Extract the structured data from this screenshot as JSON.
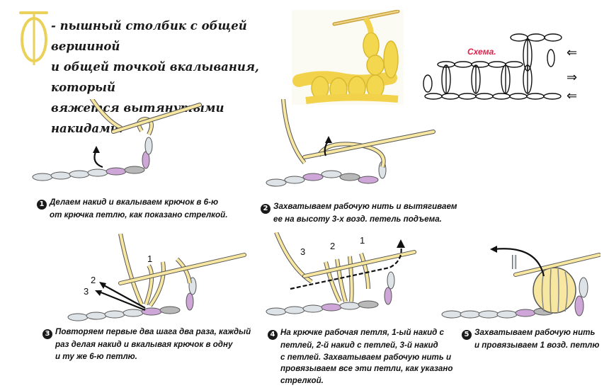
{
  "header": {
    "lines": [
      "- пышный столбик с общей вершиной",
      "и общей точкой вкалывания, который",
      "вяжется вытянутыми накидами."
    ]
  },
  "scheme": {
    "label": "Схема.",
    "arrows": [
      "⇐",
      "⇒",
      "⇐"
    ]
  },
  "colors": {
    "yarn": "#f7e7a0",
    "yarn_outline": "#555555",
    "chain_light": "#dde3e6",
    "chain_dark": "#b8b8b8",
    "purple": "#cfa6d8",
    "scheme_red": "#e0204a",
    "logo_yellow": "#ead25a"
  },
  "steps": [
    {
      "number": "1",
      "lines": [
        "Делаем накид и вкалываем крючок в 6-ю",
        "от крючка петлю, как показано стрелкой."
      ]
    },
    {
      "number": "2",
      "lines": [
        "Захватываем рабочую нить и вытягиваем",
        "ее на высоту 3-х возд. петель подъема."
      ]
    },
    {
      "number": "3",
      "lines": [
        "Повторяем первые два шага два раза, каждый",
        "раз делая накид и вкалывая крючок в одну",
        "и ту же 6-ю петлю."
      ],
      "labels": [
        "1",
        "2",
        "3"
      ]
    },
    {
      "number": "4",
      "lines": [
        "На крючке рабочая петля, 1-ый накид с",
        "петлей, 2-й накид с петлей, 3-й накид",
        "с петлей. Захватываем рабочую нить и",
        "провязываем все эти петли, как указано",
        "стрелкой."
      ],
      "labels": [
        "3",
        "2",
        "1"
      ]
    },
    {
      "number": "5",
      "lines": [
        "Захватываем рабочую нить",
        "и провязываем 1 возд. петлю"
      ]
    }
  ]
}
